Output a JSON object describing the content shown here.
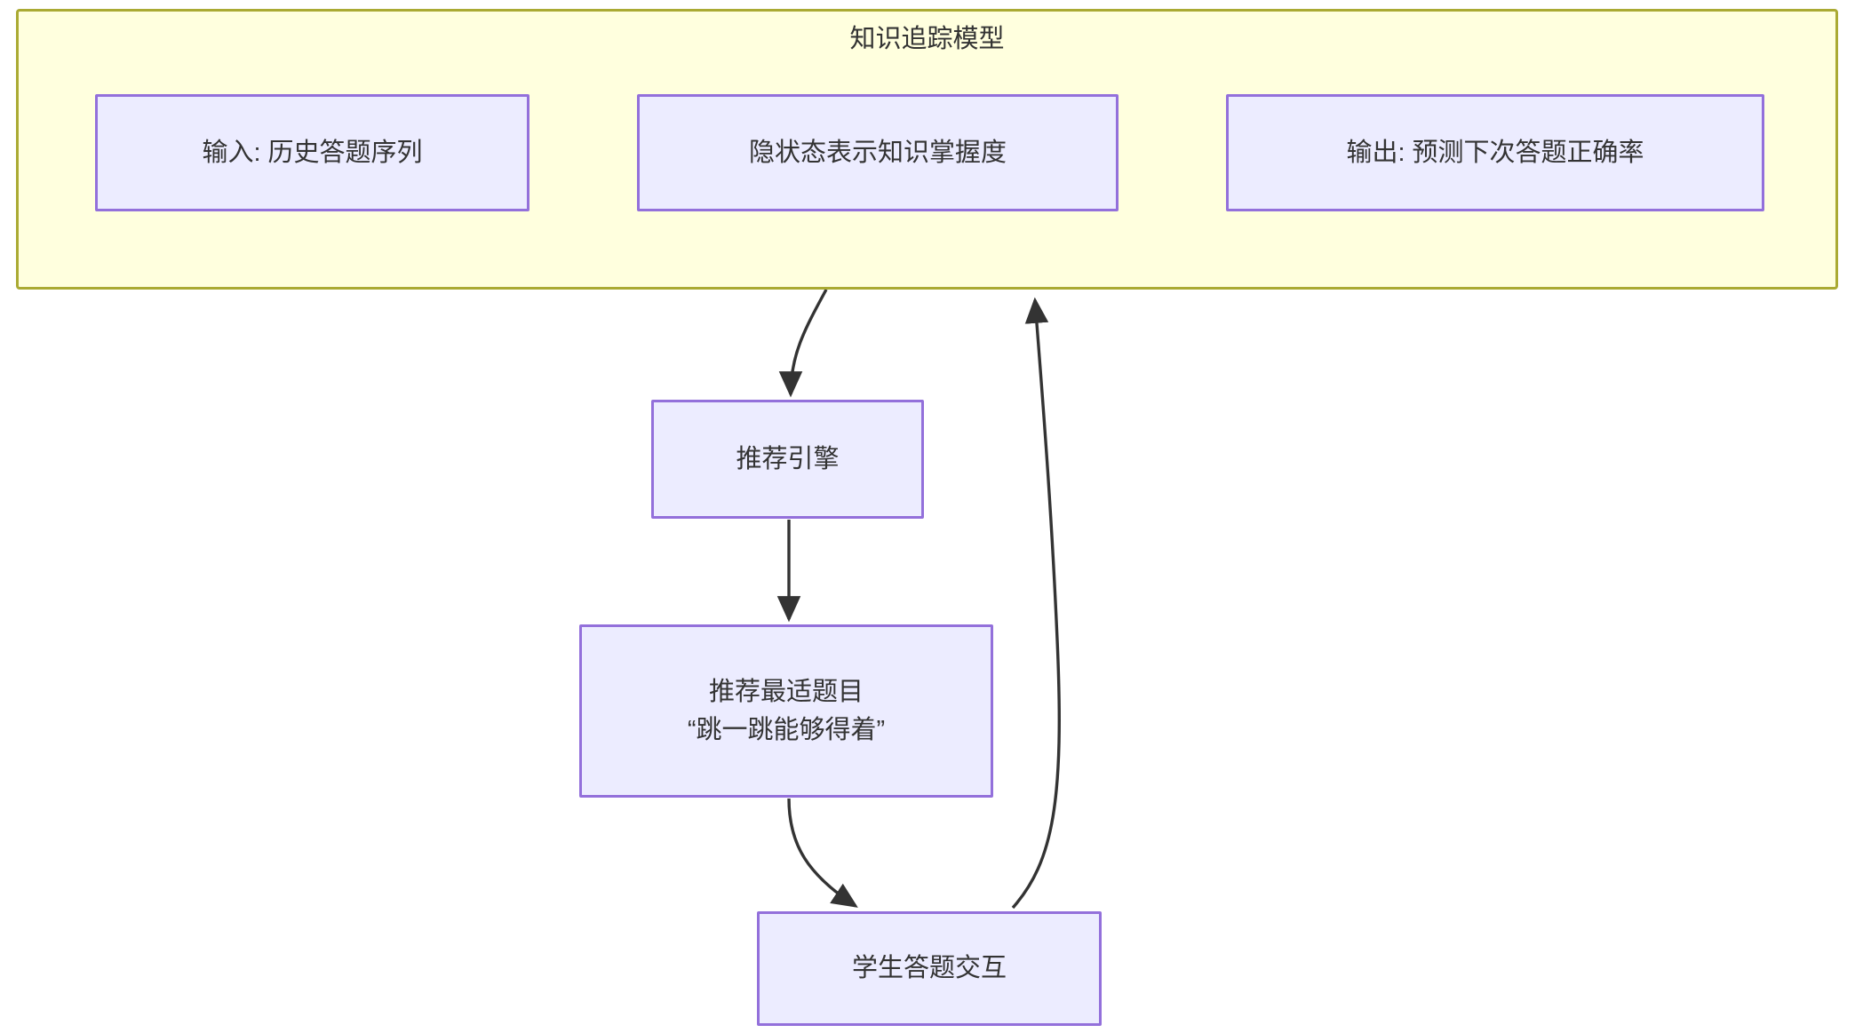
{
  "diagram": {
    "type": "flowchart",
    "direction": "top-to-bottom",
    "background_color": "#ffffff",
    "cluster": {
      "title": "知识追踪模型",
      "fill_color": "#ffffde",
      "border_color": "#aaaa33",
      "nodes": [
        {
          "id": "input",
          "label": "输入: 历史答题序列"
        },
        {
          "id": "hidden",
          "label": "隐状态表示知识掌握度"
        },
        {
          "id": "output",
          "label": "输出: 预测下次答题正确率"
        }
      ]
    },
    "nodes": [
      {
        "id": "engine",
        "label": "推荐引擎"
      },
      {
        "id": "item",
        "label": "推荐最适题目\n“跳一跳能够得着”"
      },
      {
        "id": "interaction",
        "label": "学生答题交互"
      }
    ],
    "node_style": {
      "fill_color": "#ececff",
      "border_color": "#9370db"
    },
    "edges": [
      {
        "from": "知识追踪模型",
        "to": "推荐引擎",
        "label": ""
      },
      {
        "from": "推荐引擎",
        "to": "推荐最适题目",
        "label": ""
      },
      {
        "from": "推荐最适题目",
        "to": "学生答题交互",
        "label": ""
      },
      {
        "from": "学生答题交互",
        "to": "知识追踪模型",
        "label": ""
      }
    ],
    "edge_color": "#333333"
  }
}
